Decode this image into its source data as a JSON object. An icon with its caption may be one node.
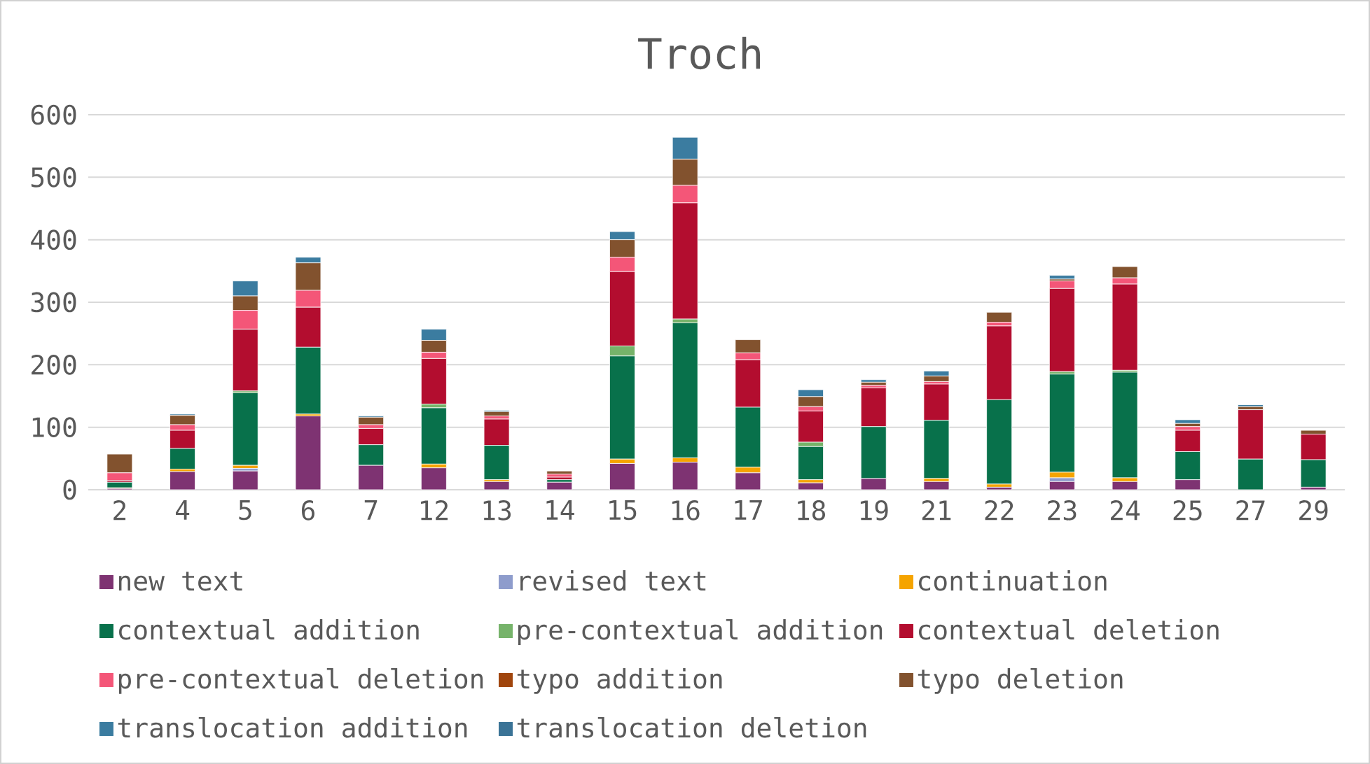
{
  "diagram": {
    "chart_data": {
      "type": "bar",
      "title": "Troch",
      "stacked": true,
      "orientation": "vertical",
      "categories": [
        "2",
        "4",
        "5",
        "6",
        "7",
        "12",
        "13",
        "14",
        "15",
        "16",
        "17",
        "18",
        "19",
        "21",
        "22",
        "23",
        "24",
        "25",
        "27",
        "29"
      ],
      "grid": "major",
      "legend": true,
      "ylim": [
        0,
        600
      ],
      "yticks": [
        0,
        100,
        200,
        300,
        400,
        500,
        600
      ],
      "series": [
        {
          "name": "new text",
          "color": "#7e3372",
          "values": [
            2,
            29,
            30,
            118,
            39,
            35,
            13,
            12,
            42,
            44,
            27,
            11,
            18,
            13,
            4,
            13,
            13,
            16,
            0,
            4
          ]
        },
        {
          "name": "revised text",
          "color": "#8e9ccc",
          "values": [
            0,
            0,
            4,
            0,
            0,
            0,
            0,
            0,
            0,
            0,
            0,
            0,
            0,
            0,
            0,
            6,
            0,
            0,
            0,
            0
          ]
        },
        {
          "name": "continuation",
          "color": "#f5a400",
          "values": [
            1,
            4,
            5,
            3,
            0,
            6,
            3,
            0,
            7,
            7,
            9,
            5,
            0,
            5,
            5,
            9,
            6,
            0,
            0,
            0
          ]
        },
        {
          "name": "contextual addition",
          "color": "#08714b",
          "values": [
            9,
            33,
            116,
            107,
            33,
            90,
            55,
            4,
            165,
            216,
            96,
            53,
            83,
            93,
            135,
            157,
            169,
            45,
            49,
            44
          ]
        },
        {
          "name": "pre-contextual addition",
          "color": "#76b36a",
          "values": [
            0,
            0,
            3,
            0,
            0,
            6,
            0,
            0,
            16,
            6,
            0,
            7,
            0,
            0,
            0,
            4,
            3,
            0,
            0,
            0
          ]
        },
        {
          "name": "contextual deletion",
          "color": "#b30d2f",
          "values": [
            3,
            29,
            99,
            64,
            26,
            73,
            42,
            4,
            119,
            186,
            76,
            50,
            62,
            58,
            118,
            133,
            138,
            34,
            79,
            41
          ]
        },
        {
          "name": "pre-contextual deletion",
          "color": "#f45678",
          "values": [
            12,
            9,
            30,
            27,
            6,
            10,
            5,
            5,
            23,
            28,
            11,
            7,
            4,
            4,
            6,
            12,
            10,
            6,
            0,
            0
          ]
        },
        {
          "name": "typo addition",
          "color": "#a0450d",
          "values": [
            0,
            0,
            0,
            0,
            0,
            0,
            0,
            0,
            0,
            0,
            0,
            0,
            0,
            0,
            0,
            0,
            0,
            0,
            0,
            0
          ]
        },
        {
          "name": "typo deletion",
          "color": "#82522e",
          "values": [
            30,
            15,
            23,
            44,
            12,
            19,
            7,
            5,
            28,
            42,
            21,
            16,
            5,
            9,
            16,
            3,
            18,
            5,
            5,
            6
          ]
        },
        {
          "name": "translocation addition",
          "color": "#3b7ca0",
          "values": [
            null,
            2,
            24,
            9,
            2,
            18,
            2,
            0,
            13,
            35,
            null,
            11,
            4,
            8,
            0,
            6,
            0,
            6,
            3,
            null
          ]
        },
        {
          "name": "translocation deletion",
          "color": "#3a7396",
          "values": [
            0,
            0,
            0,
            0,
            0,
            0,
            0,
            0,
            0,
            0,
            0,
            0,
            0,
            0,
            0,
            0,
            0,
            0,
            0,
            0
          ]
        }
      ]
    }
  }
}
